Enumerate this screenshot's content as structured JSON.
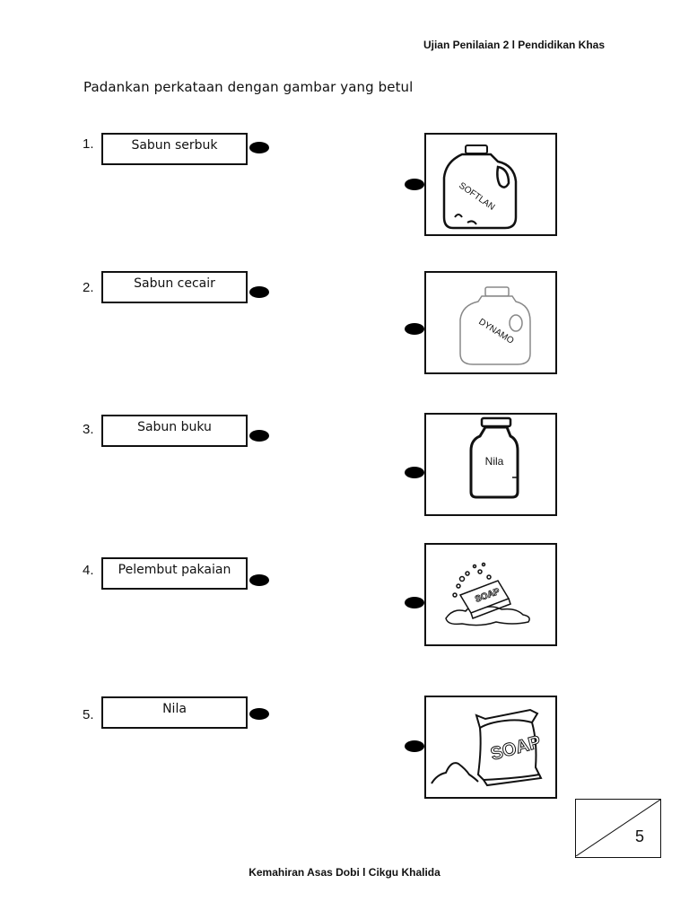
{
  "header": {
    "text": "Ujian Penilaian 2 l Pendidikan Khas"
  },
  "instruction": "Padankan perkataan dengan gambar yang betul",
  "items": [
    {
      "number": "1.",
      "word": "Sabun serbuk"
    },
    {
      "number": "2.",
      "word": "Sabun cecair"
    },
    {
      "number": "3.",
      "word": "Sabun buku"
    },
    {
      "number": "4.",
      "word": "Pelembut pakaian"
    },
    {
      "number": "5.",
      "word": "Nila"
    }
  ],
  "pictures": [
    {
      "icon": "softener-bottle-icon",
      "label": "SOFTLAN"
    },
    {
      "icon": "liquid-detergent-bottle-icon",
      "label": "DYNAMO"
    },
    {
      "icon": "bluing-bottle-icon",
      "label": "Nila"
    },
    {
      "icon": "soap-bar-icon",
      "label": "SOAP"
    },
    {
      "icon": "powder-detergent-bag-icon",
      "label": "SOAP"
    }
  ],
  "score": "5",
  "footer": {
    "text": "Kemahiran Asas Dobi l Cikgu Khalida"
  }
}
